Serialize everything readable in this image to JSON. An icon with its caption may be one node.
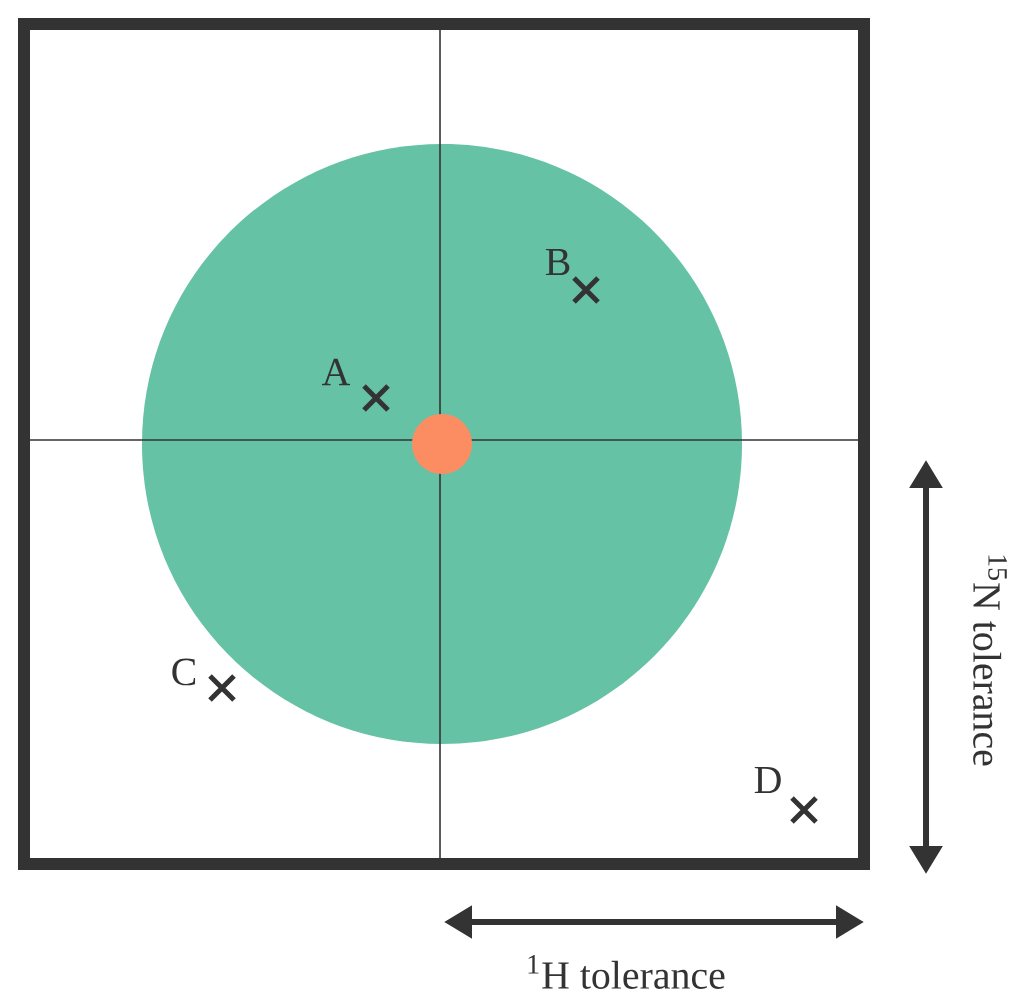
{
  "diagram": {
    "labels": [
      "A",
      "B",
      "C",
      "D",
      "$^{15}$N tolerance",
      "$^{1}$H tolerance"
    ]
  }
}
